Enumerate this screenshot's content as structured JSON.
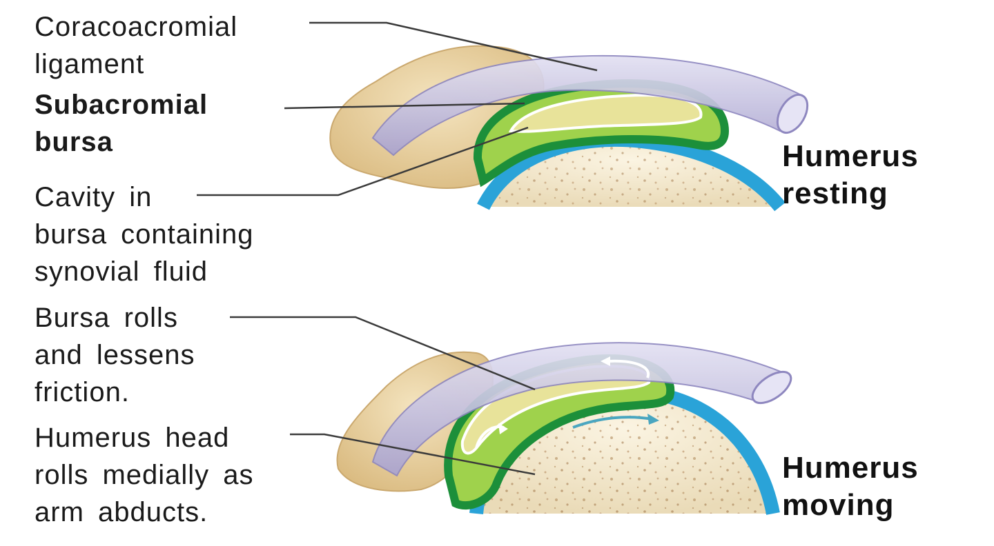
{
  "labels": {
    "coracoacromial": [
      "Coracoacromial",
      "ligament"
    ],
    "subacromial": [
      "Subacromial",
      "bursa"
    ],
    "cavity": [
      "Cavity in",
      "bursa containing",
      "synovial fluid"
    ],
    "bursa_rolls": [
      "Bursa rolls",
      "and lessens",
      "friction."
    ],
    "humerus_head": [
      "Humerus head",
      "rolls medially as",
      "arm abducts."
    ]
  },
  "states": {
    "resting": [
      "Humerus",
      "resting"
    ],
    "moving": [
      "Humerus",
      "moving"
    ]
  },
  "colors": {
    "bone_acromion": "#e9d3a8",
    "ligament": "#c9c6e2",
    "bursa_outer": "#1c8f3a",
    "bursa_light": "#9fd24c",
    "synovial_fluid": "#e8e39a",
    "cartilage": "#2aa3d8",
    "humerus_head": "#f3ead2",
    "leader_line": "#3a3a3a",
    "motion_arrow": "#4aa6c0"
  }
}
